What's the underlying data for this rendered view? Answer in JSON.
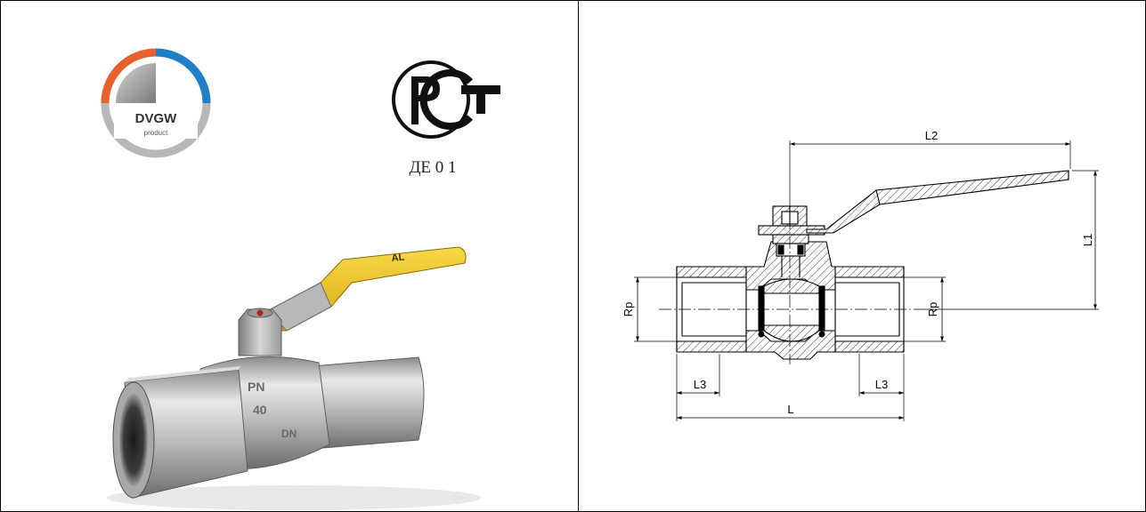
{
  "certifications": {
    "dvgw": {
      "brand": "DVGW",
      "sub": "product",
      "colors": {
        "orange": "#e8602a",
        "blue": "#1f7fc9",
        "gray": "#b8b8b8",
        "dark": "#333333"
      }
    },
    "gost": {
      "code": "ДЕ 0 1"
    }
  },
  "product_photo": {
    "handle_color": "#f1c21a",
    "body_color": "#c9c9c9",
    "handle_marks": [
      "AL"
    ],
    "body_marks": [
      "PN",
      "40",
      "DN"
    ]
  },
  "drawing": {
    "dimensions": {
      "overall_length": "L",
      "handle_height": "L1",
      "handle_length": "L2",
      "thread_length_left": "L3",
      "thread_length_right": "L3",
      "thread_left": "Rp",
      "thread_right": "Rp"
    }
  }
}
